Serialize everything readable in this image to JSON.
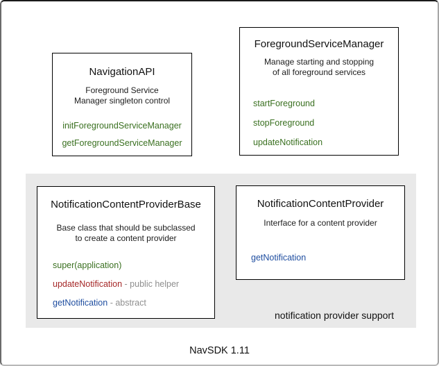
{
  "colors": {
    "green": "#3a7020",
    "red": "#a52828",
    "blue": "#1f4ea0",
    "gray": "#8e8e8e",
    "panel_bg": "#e9e9e9",
    "box_border": "#000000"
  },
  "boxes": {
    "navigation_api": {
      "title": "NavigationAPI",
      "description_line1": "Foreground Service",
      "description_line2": "Manager singleton control",
      "methods": [
        {
          "name": "initForegroundServiceManager",
          "color": "green"
        },
        {
          "name": "getForegroundServiceManager",
          "color": "green"
        }
      ]
    },
    "foreground_service_manager": {
      "title": "ForegroundServiceManager",
      "description_line1": "Manage starting and stopping",
      "description_line2": "of all foreground services",
      "methods": [
        {
          "name": "startForeground",
          "color": "green"
        },
        {
          "name": "stopForeground",
          "color": "green"
        },
        {
          "name": "updateNotification",
          "color": "green"
        }
      ]
    },
    "notification_content_provider_base": {
      "title": "NotificationContentProviderBase",
      "description_line1": "Base class that should be subclassed",
      "description_line2": "to create a content provider",
      "methods": [
        {
          "name": "super(application)",
          "suffix": "",
          "color": "green"
        },
        {
          "name": "updateNotification",
          "suffix": " - public helper",
          "color": "red"
        },
        {
          "name": "getNotification",
          "suffix": " - abstract",
          "color": "blue"
        }
      ]
    },
    "notification_content_provider": {
      "title": "NotificationContentProvider",
      "description_line1": "Interface for a content provider",
      "methods": [
        {
          "name": "getNotification",
          "color": "blue"
        }
      ]
    }
  },
  "group": {
    "label": "notification provider support"
  },
  "caption": "NavSDK 1.11"
}
